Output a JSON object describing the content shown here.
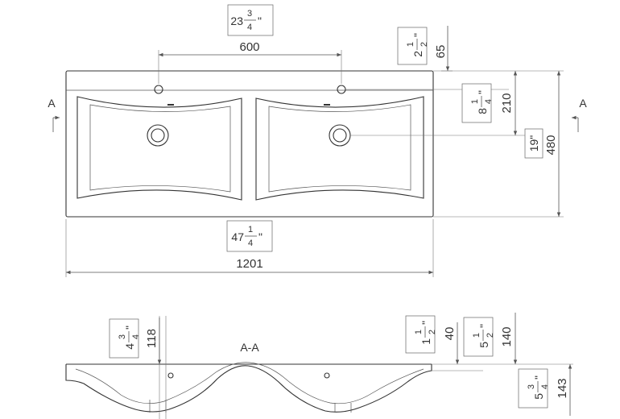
{
  "top_view": {
    "width_mm": "1201",
    "width_in": {
      "whole": "47",
      "num": "1",
      "den": "4",
      "mark": "\""
    },
    "tap_spacing_mm": "600",
    "tap_spacing_in": {
      "whole": "23",
      "num": "3",
      "den": "4",
      "mark": "\""
    },
    "tap_offset_mm": "65",
    "tap_offset_in": {
      "whole": "2",
      "num": "1",
      "den": "2",
      "mark": "\""
    },
    "drain_offset_mm": "210",
    "drain_offset_in": {
      "whole": "8",
      "num": "1",
      "den": "4",
      "mark": "\""
    },
    "depth_mm": "480",
    "depth_in": "19\"",
    "section_marker": "A"
  },
  "section_view": {
    "label": "A-A",
    "left_height_mm": "118",
    "left_height_in": {
      "whole": "4",
      "num": "3",
      "den": "4",
      "mark": "\""
    },
    "rim_mm": "40",
    "rim_in": {
      "whole": "1",
      "num": "1",
      "den": "2",
      "mark": "\""
    },
    "inner_mm": "140",
    "inner_in": {
      "whole": "5",
      "num": "1",
      "den": "2",
      "mark": "\""
    },
    "total_mm": "143",
    "total_in": {
      "whole": "5",
      "num": "3",
      "den": "4",
      "mark": "\""
    }
  }
}
